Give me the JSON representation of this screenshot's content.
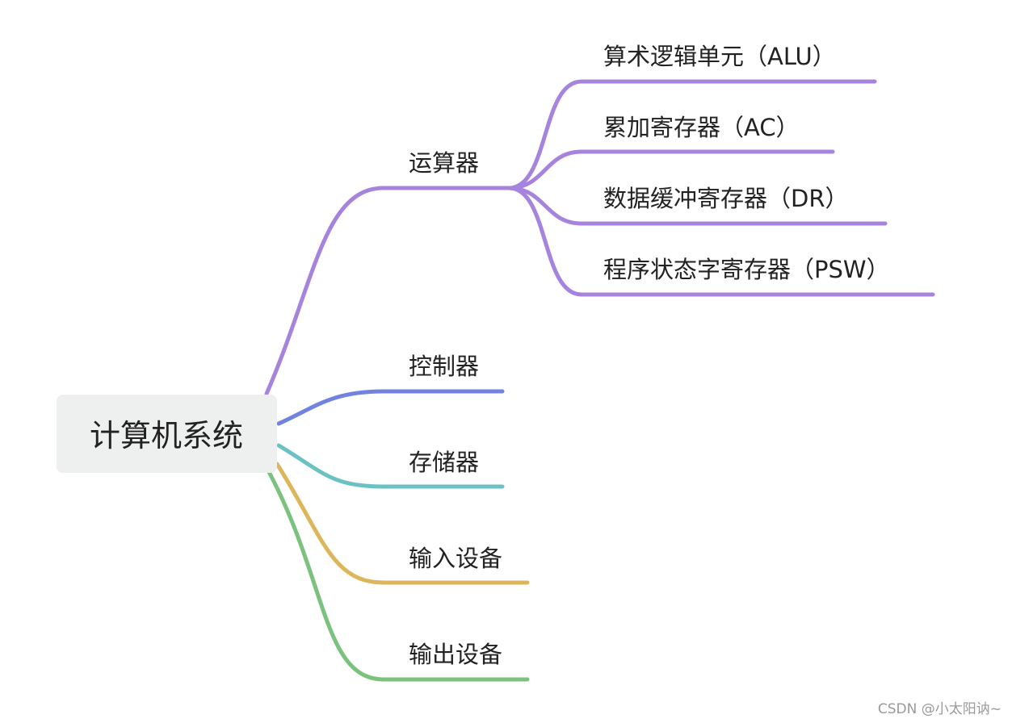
{
  "root": {
    "label": "计算机系统"
  },
  "colors": {
    "purple": "#a684dd",
    "blue": "#7283df",
    "teal": "#6cc2c2",
    "yellow": "#ddb55b",
    "green": "#7ac27e",
    "root_bg": "#eeefef"
  },
  "branches": [
    {
      "label": "运算器",
      "children": [
        {
          "label": "算术逻辑单元（ALU）"
        },
        {
          "label": "累加寄存器（AC）"
        },
        {
          "label": "数据缓冲寄存器（DR）"
        },
        {
          "label": "程序状态字寄存器（PSW）"
        }
      ]
    },
    {
      "label": "控制器"
    },
    {
      "label": "存储器"
    },
    {
      "label": "输入设备"
    },
    {
      "label": "输出设备"
    }
  ],
  "watermark": "CSDN @小太阳讷~"
}
